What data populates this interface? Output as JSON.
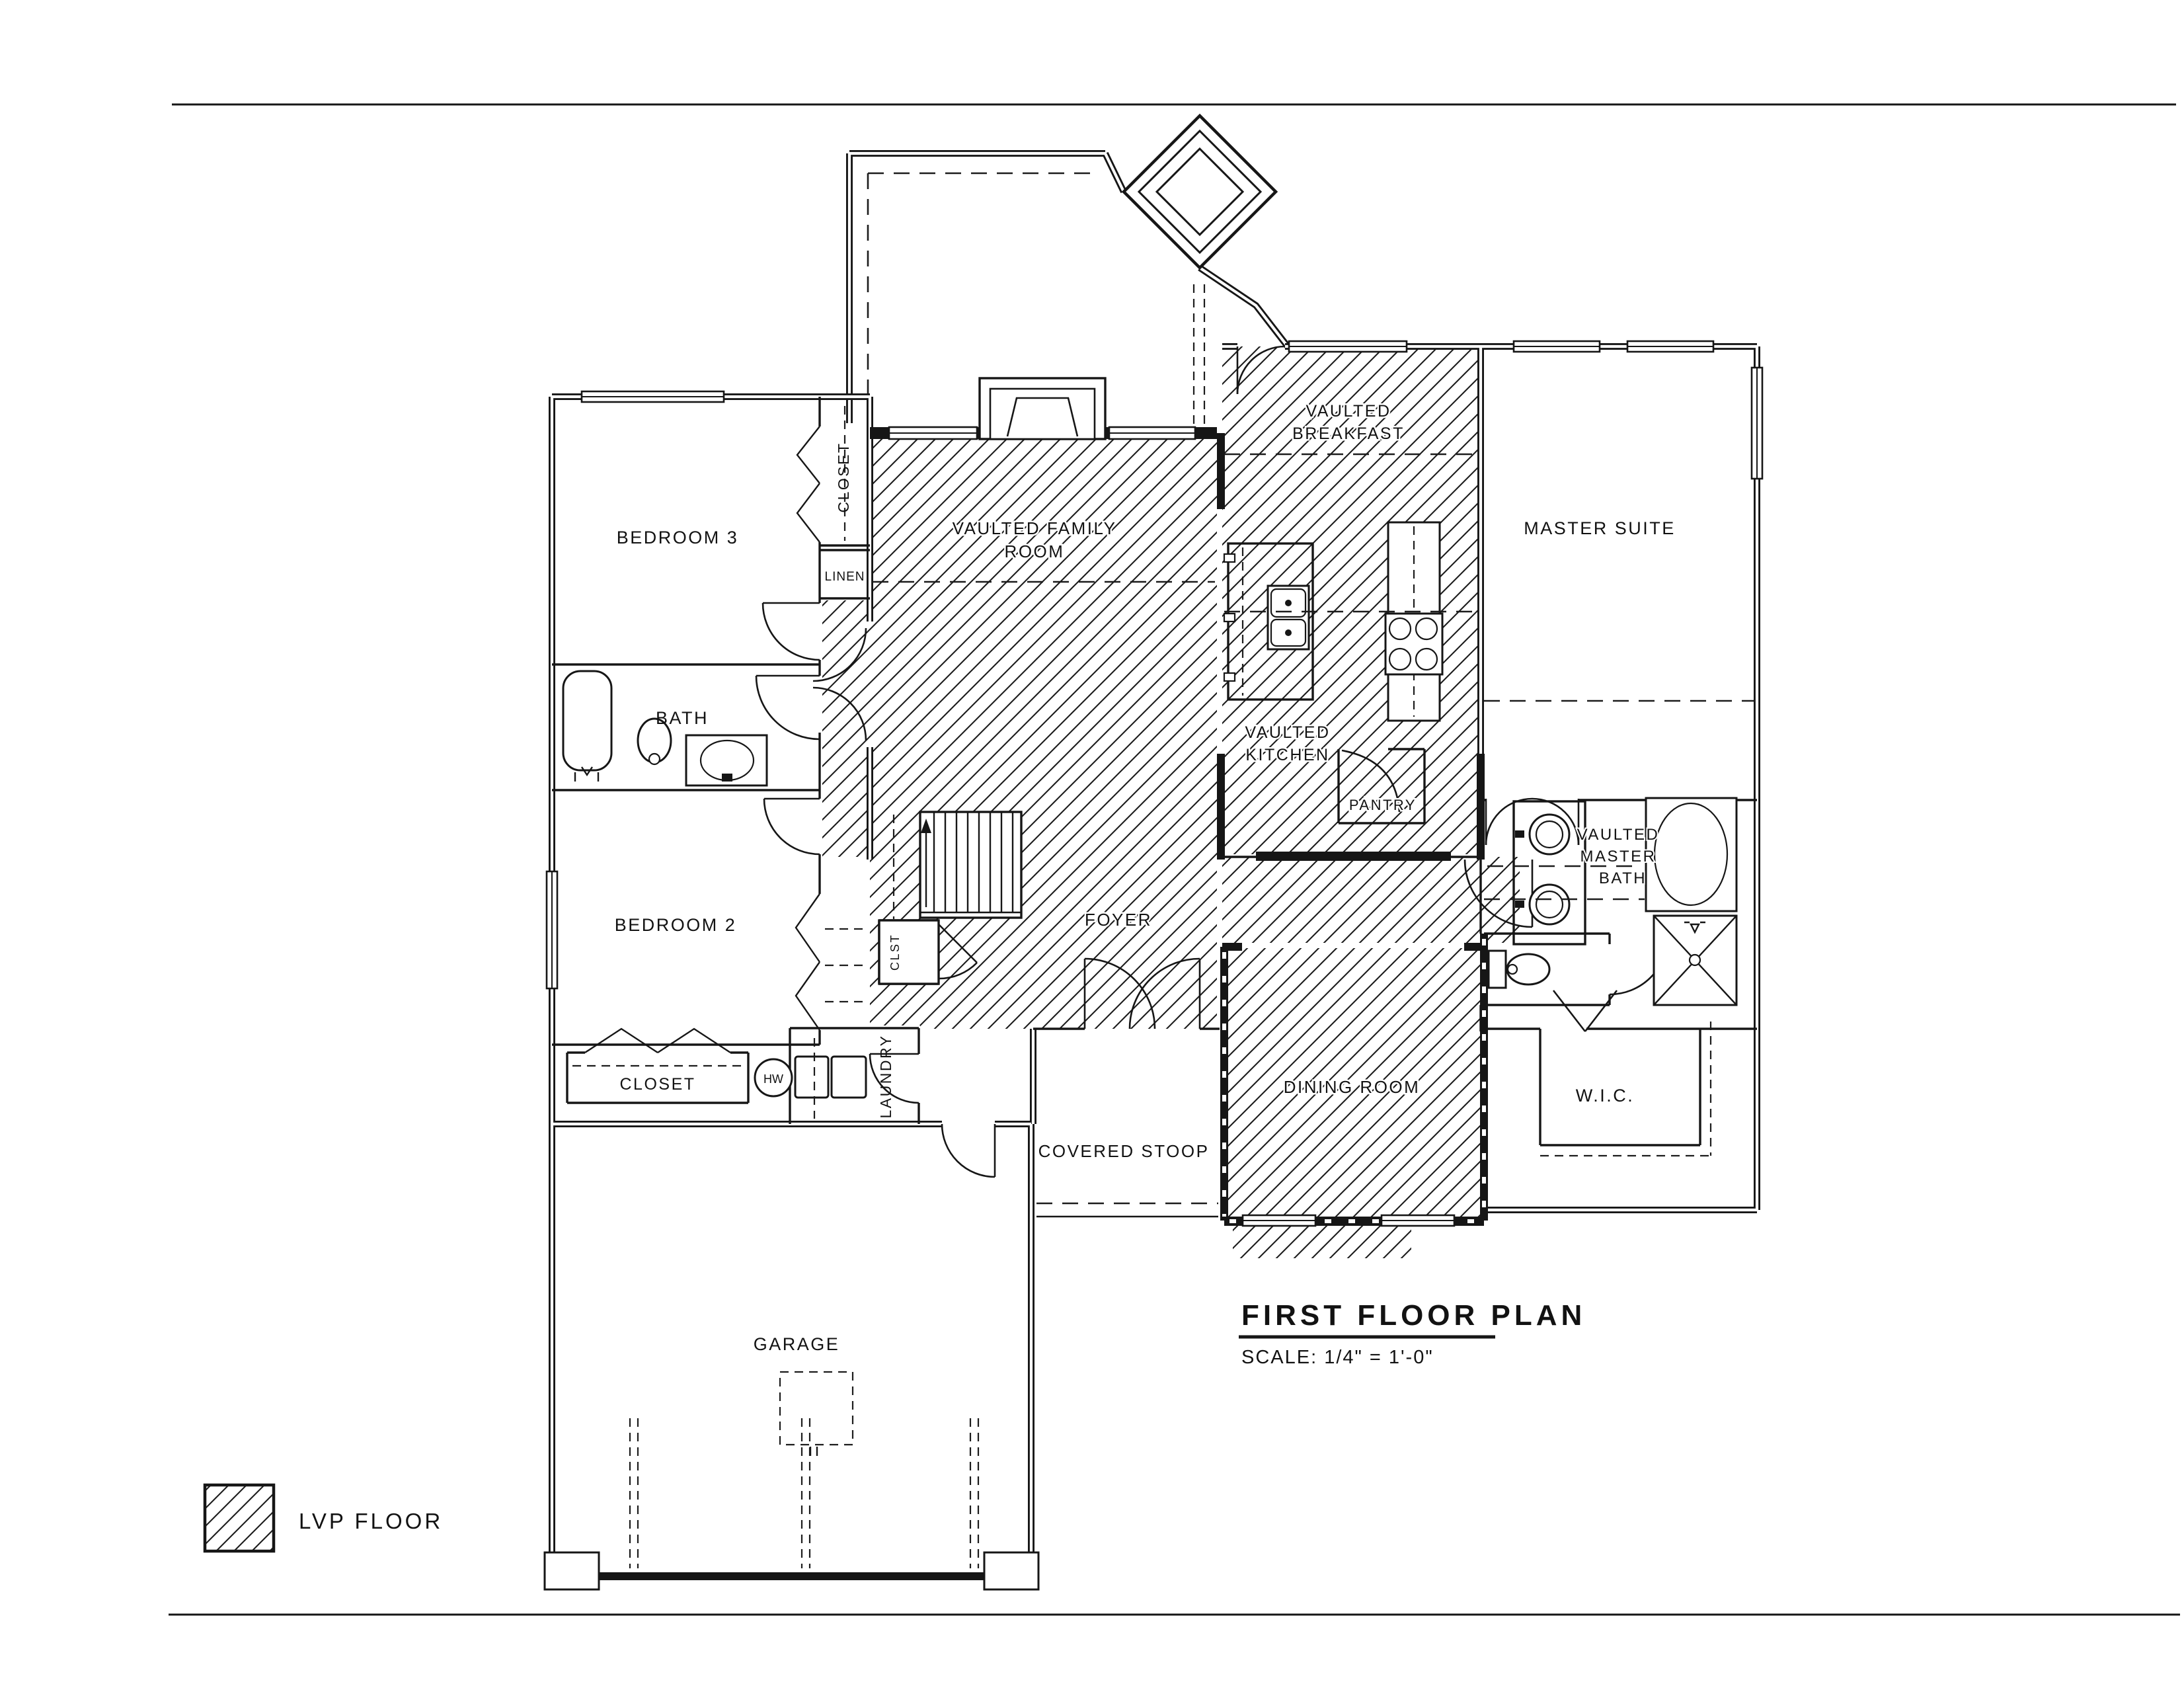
{
  "title_block": {
    "title": "FIRST FLOOR PLAN",
    "scale": "SCALE: 1/4\" = 1'-0\""
  },
  "legend": {
    "label": "LVP FLOOR",
    "swatch": "diagonal-hatch",
    "ink_color": "#161616",
    "paper_color": "#ffffff"
  },
  "rooms": {
    "bedroom3": {
      "label": "BEDROOM 3"
    },
    "bedroom3_closet": {
      "label": "CLOSET"
    },
    "linen": {
      "label": "LINEN"
    },
    "bath": {
      "label": "BATH"
    },
    "bedroom2": {
      "label": "BEDROOM 2"
    },
    "hall_closet": {
      "label": "CLOSET"
    },
    "water_heater": {
      "label": "HW"
    },
    "laundry": {
      "label": "LAUNDRY"
    },
    "stair_closet": {
      "label": "CLST"
    },
    "family_room": {
      "line1": "VAULTED FAMILY",
      "line2": "ROOM"
    },
    "foyer": {
      "label": "FOYER"
    },
    "breakfast": {
      "line1": "VAULTED",
      "line2": "BREAKFAST"
    },
    "kitchen": {
      "line1": "VAULTED",
      "line2": "KITCHEN"
    },
    "pantry": {
      "label": "PANTRY"
    },
    "master_suite": {
      "label": "MASTER SUITE"
    },
    "master_bath": {
      "line1": "VAULTED",
      "line2": "MASTER",
      "line3": "BATH"
    },
    "wic": {
      "label": "W.I.C."
    },
    "dining": {
      "label": "DINING ROOM"
    },
    "covered_stoop": {
      "label": "COVERED STOOP"
    },
    "garage": {
      "label": "GARAGE"
    }
  }
}
